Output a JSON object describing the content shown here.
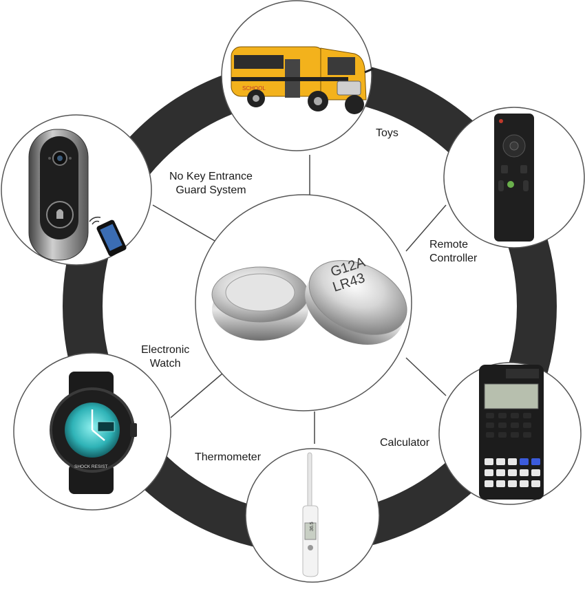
{
  "center": {
    "battery_code_line1": "G12A",
    "battery_code_line2": "LR43"
  },
  "applications": [
    {
      "id": "toys",
      "lines": [
        "Toys"
      ],
      "bus_sign": "SCHOOL"
    },
    {
      "id": "remote",
      "lines": [
        "Remote",
        "Controller"
      ]
    },
    {
      "id": "calculator",
      "lines": [
        "Calculator"
      ]
    },
    {
      "id": "thermometer",
      "lines": [
        "Thermometer"
      ],
      "display": "36.5"
    },
    {
      "id": "watch",
      "lines": [
        "Electronic",
        "Watch"
      ],
      "bezel_text": "SHOCK RESIST"
    },
    {
      "id": "doorbell",
      "lines": [
        "No Key Entrance",
        "Guard System"
      ]
    }
  ],
  "colors": {
    "ring": "#2f2f2f",
    "circle_border": "#555555",
    "spoke": "#444444",
    "bus_yellow": "#f3b21c",
    "watch_dial": "#2fb3b7",
    "silver": "#c9c9c9"
  }
}
